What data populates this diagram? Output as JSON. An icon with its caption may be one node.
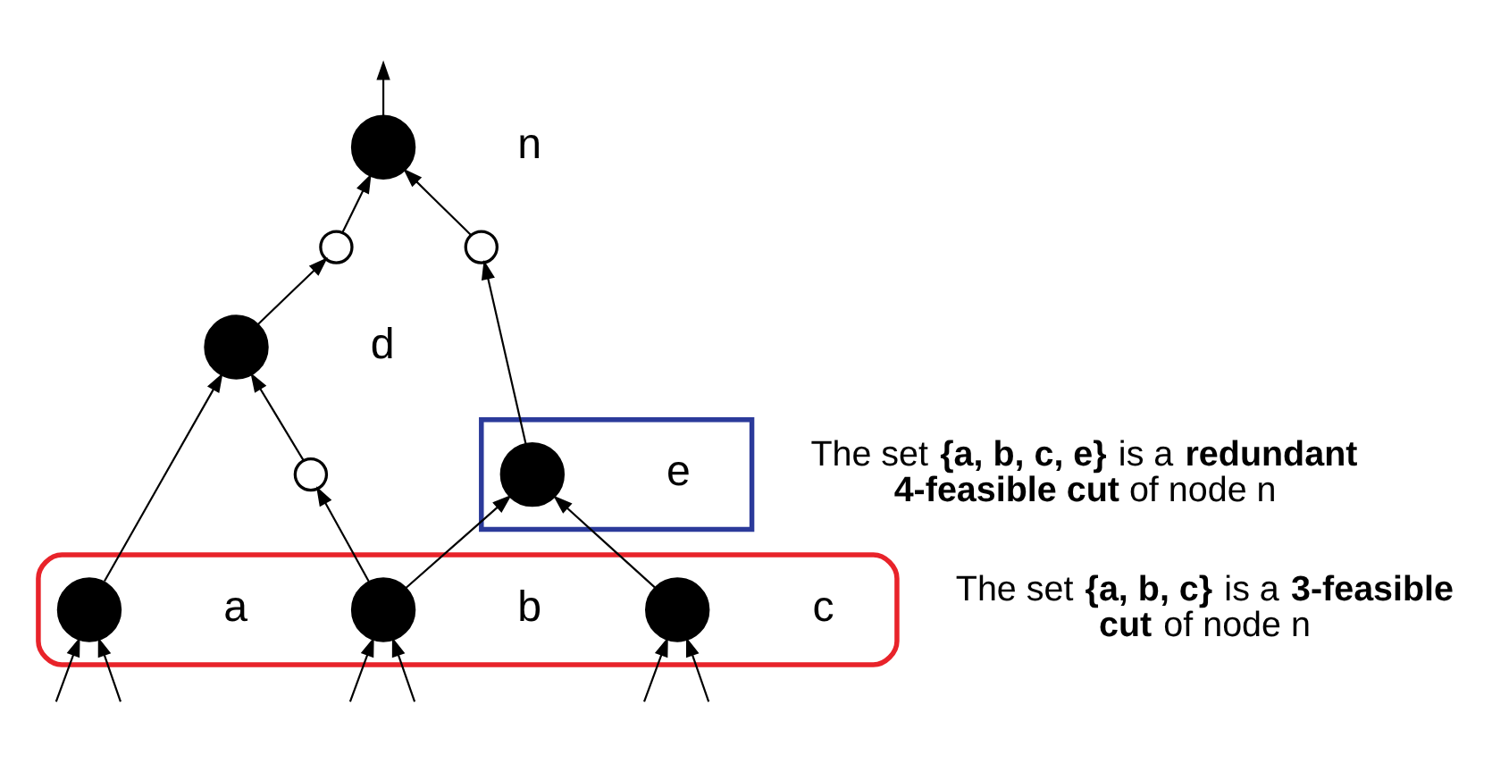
{
  "diagram": {
    "nodes": [
      {
        "text": [],
        "shape": "circle",
        "beside": [
          "n"
        ]
      },
      {
        "text": [],
        "shape": "circle"
      },
      {
        "text": [],
        "shape": "circle"
      },
      {
        "text": [],
        "shape": "circle",
        "beside": [
          "d"
        ]
      },
      {
        "text": [],
        "shape": "polygon",
        "beside": [
          "The set **{a, b, c, e}** is a **redundant 4-feasible cut** of node n"
        ]
      },
      {
        "text": [],
        "shape": "circle",
        "beside": [
          "e"
        ],
        "in": 4
      },
      {
        "text": [],
        "shape": "circle"
      },
      {
        "text": [],
        "shape": "box",
        "beside": [
          "The set **{a, b, c}** is a **3-feasible cut** of node n"
        ]
      },
      {
        "text": [],
        "shape": "circle",
        "beside": [
          "a"
        ],
        "in": 7
      },
      {
        "text": [],
        "shape": "circle",
        "beside": [
          "b"
        ],
        "in": 7
      },
      {
        "text": [],
        "shape": "circle",
        "beside": [
          "c"
        ],
        "in": 7
      }
    ],
    "edges": [
      {
        "from": 0,
        "to": null,
        "arrow": "to"
      },
      {
        "from": 1,
        "to": 0,
        "arrow": "to"
      },
      {
        "from": 2,
        "to": 0,
        "arrow": "to"
      },
      {
        "from": 3,
        "to": 1,
        "arrow": "to"
      },
      {
        "from": 5,
        "to": 2,
        "arrow": "to"
      },
      {
        "from": 6,
        "to": 3,
        "arrow": "to"
      },
      {
        "from": 8,
        "to": 3,
        "arrow": "to"
      },
      {
        "from": 9,
        "to": 6,
        "arrow": "to"
      },
      {
        "from": 9,
        "to": 5,
        "arrow": "to"
      },
      {
        "from": 10,
        "to": 5,
        "arrow": "to"
      },
      {
        "from": null,
        "to": 8,
        "arrow": "to"
      },
      {
        "from": null,
        "to": 8,
        "arrow": "to"
      },
      {
        "from": null,
        "to": 9,
        "arrow": "to"
      },
      {
        "from": null,
        "to": 9,
        "arrow": "to"
      },
      {
        "from": null,
        "to": 10,
        "arrow": "to"
      },
      {
        "from": null,
        "to": 10,
        "arrow": "to"
      }
    ]
  }
}
